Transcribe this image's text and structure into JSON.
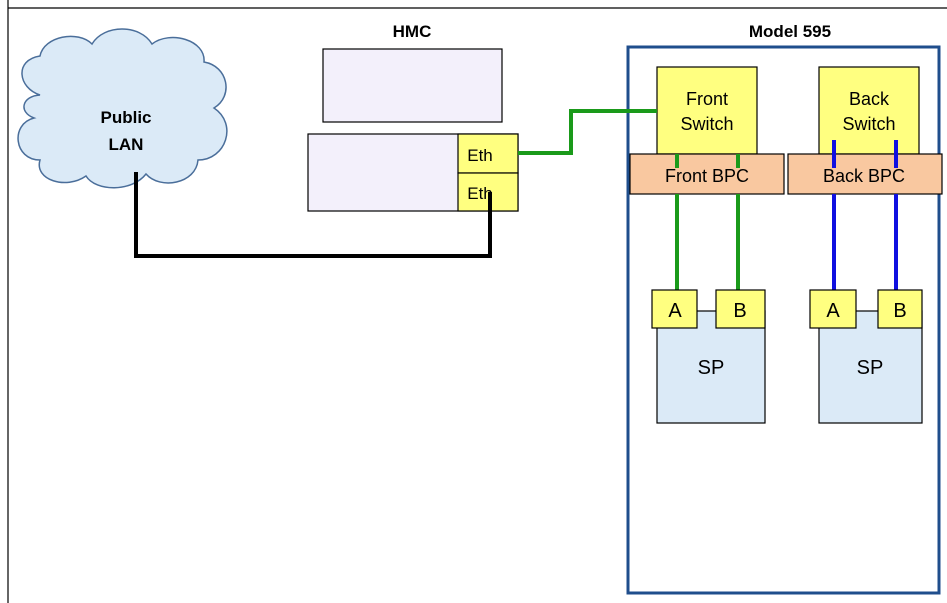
{
  "labels": {
    "hmc_title": "HMC",
    "model_title": "Model 595",
    "cloud_line1": "Public",
    "cloud_line2": "LAN",
    "eth_top": "Eth",
    "eth_bottom": "Eth",
    "front_switch_line1": "Front",
    "front_switch_line2": "Switch",
    "back_switch_line1": "Back",
    "back_switch_line2": "Switch",
    "front_bpc": "Front BPC",
    "back_bpc": "Back BPC",
    "port_a_left": "A",
    "port_b_left": "B",
    "port_a_right": "A",
    "port_b_right": "B",
    "sp_left": "SP",
    "sp_right": "SP"
  },
  "colors": {
    "frame_border": "#000000",
    "model_border": "#1f4e8c",
    "hmc_fill": "#f3f0fb",
    "cloud_fill": "#dbeaf7",
    "cloud_stroke": "#4a6e9a",
    "switch_fill": "#ffff80",
    "bpc_fill": "#f9c8a0",
    "sp_fill": "#dbeaf7",
    "green_link": "#1a9a1a",
    "blue_link": "#1010e0",
    "black_link": "#000000"
  }
}
